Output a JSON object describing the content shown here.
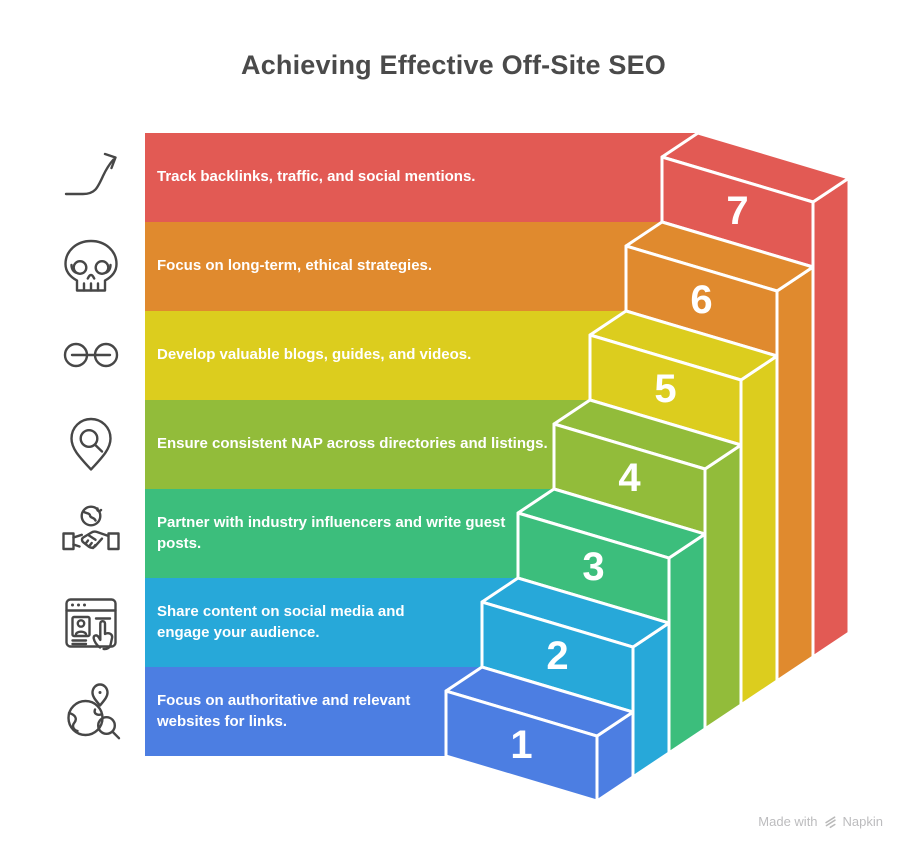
{
  "title": "Achieving Effective Off-Site SEO",
  "rows": [
    {
      "step": "7",
      "icon": "trend-arrow-icon",
      "label": "Track backlinks, traffic, and social mentions.",
      "color": "#E25A54"
    },
    {
      "step": "6",
      "icon": "skull-icon",
      "label": "Focus on long-term, ethical strategies.",
      "color": "#E08A2E"
    },
    {
      "step": "5",
      "icon": "chain-link-icon",
      "label": "Develop valuable blogs, guides, and videos.",
      "color": "#DCCD1E"
    },
    {
      "step": "4",
      "icon": "location-search-icon",
      "label": "Ensure consistent NAP across directories and listings.",
      "color": "#92BC3A"
    },
    {
      "step": "3",
      "icon": "handshake-globe-icon",
      "label": "Partner with industry influencers and write guest posts.",
      "color": "#3CBE7C"
    },
    {
      "step": "2",
      "icon": "browser-engagement-icon",
      "label": "Share content on social media and engage your audience.",
      "color": "#27A8D9"
    },
    {
      "step": "1",
      "icon": "globe-pin-search-icon",
      "label": "Focus on authoritative and relevant websites for links.",
      "color": "#4C7EE2"
    }
  ],
  "footer": {
    "made_with": "Made with",
    "brand": "Napkin"
  },
  "style": {
    "text_color": "#FFFFFF",
    "title_color": "#4A4A4A",
    "icon_stroke": "#474747",
    "outline_color": "#FFFFFF",
    "footer_color": "#BCBCBE"
  }
}
